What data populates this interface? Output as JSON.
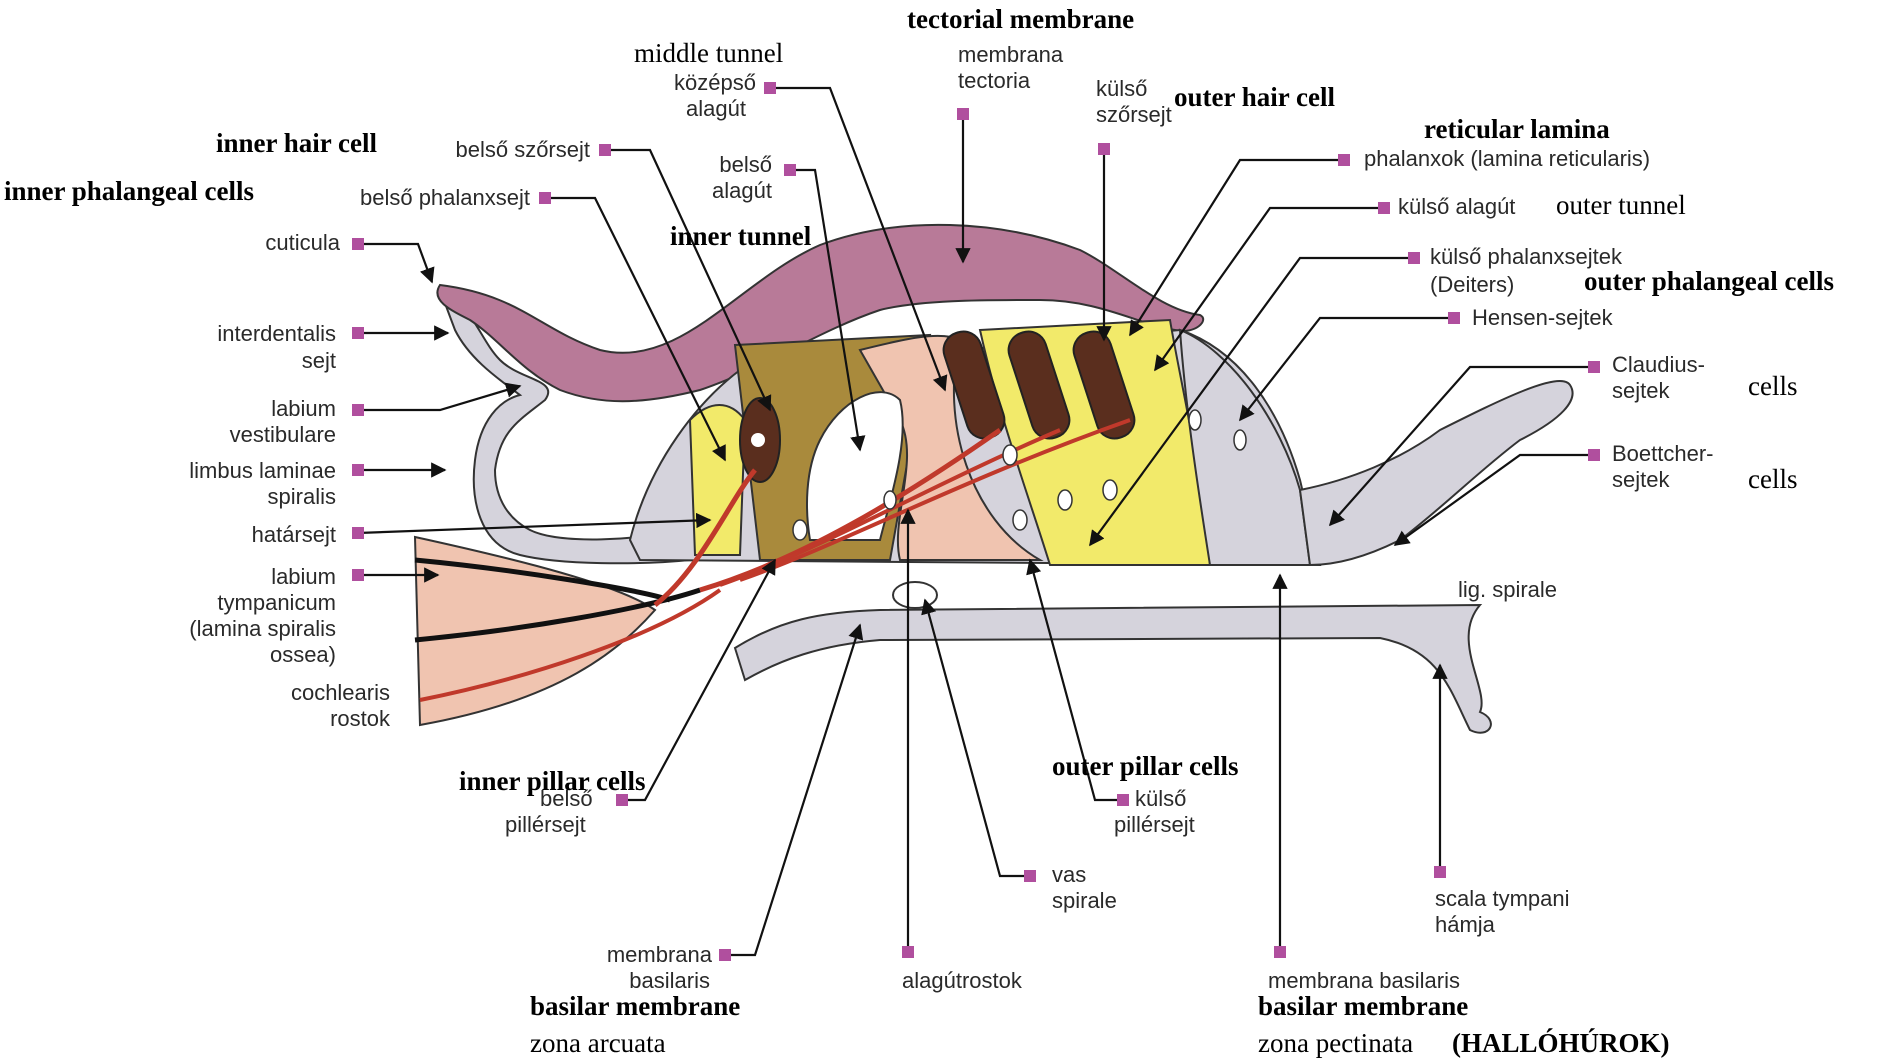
{
  "labels_hu": {
    "kozepso_alagut": [
      "középső",
      "alagút"
    ],
    "membrana_tectoria": [
      "membrana",
      "tectoria"
    ],
    "kulso_szorsejt": [
      "külső",
      "szőrsejt"
    ],
    "belso_szorsejt": "belső szőrsejt",
    "belso_alagut": [
      "belső",
      "alagút"
    ],
    "phalanxok": "phalanxok (lamina reticularis)",
    "belso_phalanxsejt": "belső phalanxsejt",
    "kulso_alagut": "külső alagút",
    "cuticula": "cuticula",
    "kulso_phalanxsejtek": [
      "külső phalanxsejtek",
      "(Deiters)"
    ],
    "hensen": "Hensen-sejtek",
    "interdentalis": [
      "interdentalis",
      "sejt"
    ],
    "claudius": [
      "Claudius-",
      "sejtek"
    ],
    "labium_vestibulare": [
      "labium",
      "vestibulare"
    ],
    "limbus": [
      "limbus laminae",
      "spiralis"
    ],
    "boettcher": [
      "Boettcher-",
      "sejtek"
    ],
    "hatarsejt": "határsejt",
    "labium_tympanicum": [
      "labium",
      "tympanicum",
      "(lamina spiralis",
      "ossea)"
    ],
    "lig_spirale": "lig. spirale",
    "cochlearis": [
      "cochlearis",
      "rostok"
    ],
    "belso_pillersejt": [
      "belső",
      "pillérsejt"
    ],
    "kulso_pillersejt": [
      "külső",
      "pillérsejt"
    ],
    "vas_spirale": [
      "vas",
      "spirale"
    ],
    "scala_tympani": [
      "scala tympani",
      "hámja"
    ],
    "membrana_basilaris_left": [
      "membrana",
      "basilaris"
    ],
    "alagutrostok": "alagútrostok",
    "membrana_basilaris_right": "membrana basilaris"
  },
  "labels_en": {
    "tectorial_membrane": "tectorial membrane",
    "middle_tunnel": "middle tunnel",
    "outer_hair_cell": "outer hair cell",
    "reticular_lamina": "reticular lamina",
    "inner_hair_cell": "inner hair cell",
    "inner_phalangeal_cells": "inner phalangeal cells",
    "outer_tunnel": "outer tunnel",
    "inner_tunnel": "inner tunnel",
    "outer_phalangeal_cells": "outer phalangeal cells",
    "cells_claudius": "cells",
    "cells_boettcher": "cells",
    "inner_pillar_cells": "inner pillar cells",
    "outer_pillar_cells": "outer pillar cells",
    "basilar_membrane_left": "basilar membrane",
    "zona_arcuata": "zona arcuata",
    "basilar_membrane_right": "basilar membrane",
    "zona_pectinata": "zona pectinata",
    "hallohurok": "(HALLÓHÚROK)"
  },
  "colors": {
    "tectorial": "#b87a98",
    "hair_cell": "#5a2e1e",
    "yellow_cells": "#f2ea6a",
    "olive_cells": "#a98a3c",
    "pink_cells": "#f0c4b0",
    "grey_cells": "#d5d3dc",
    "nerve_red": "#c0392b",
    "marker": "#b04f9e"
  }
}
